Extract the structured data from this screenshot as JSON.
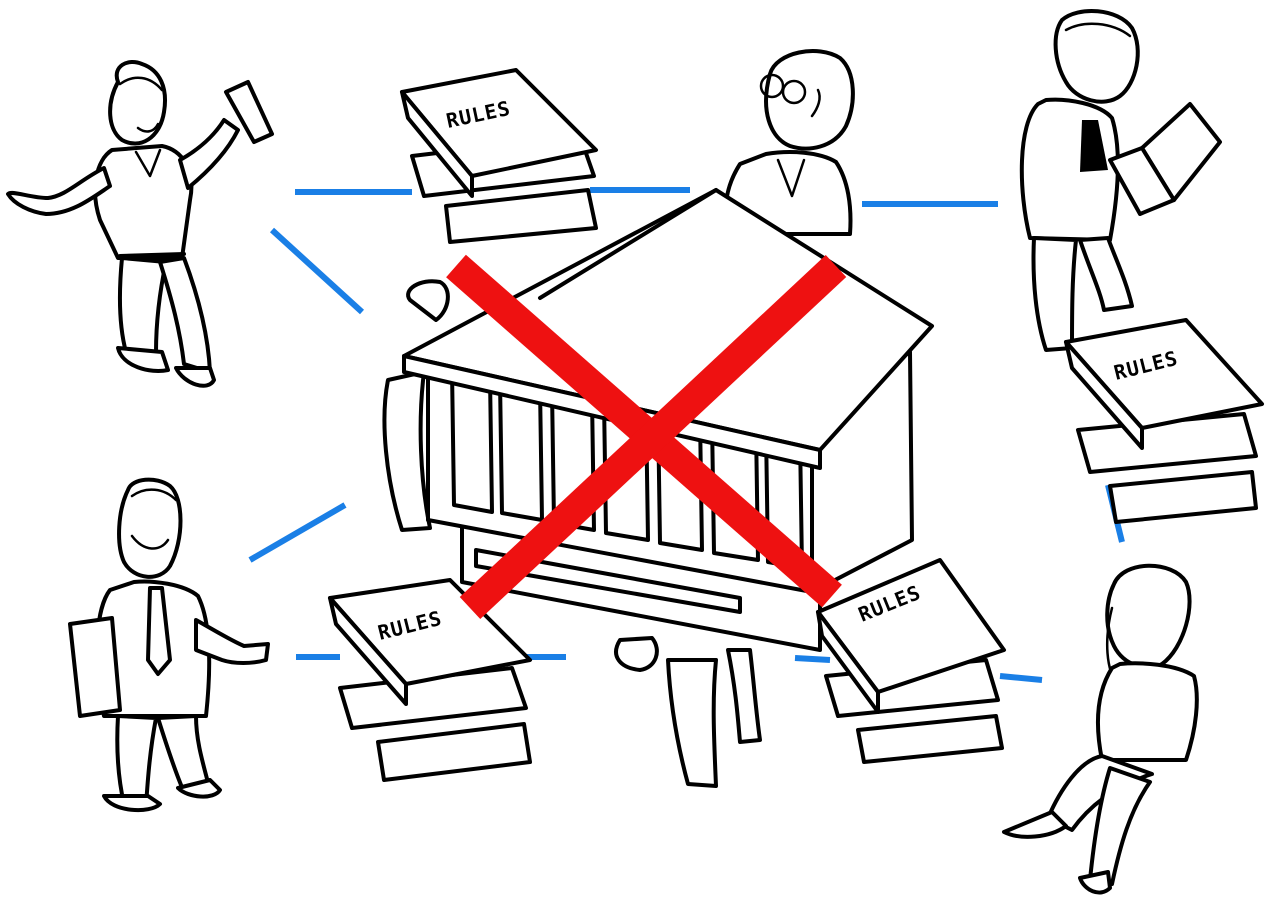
{
  "scene": {
    "book_labels": [
      "RULES",
      "RULES",
      "RULES",
      "RULES"
    ]
  },
  "colors": {
    "connector": "#1a7fe6",
    "cross": "#ee1111",
    "ink": "#000000",
    "paper": "#ffffff"
  },
  "icons": [
    "person-icon",
    "rule-book-stack-icon",
    "bank-building-icon",
    "cross-out-mark-icon"
  ]
}
